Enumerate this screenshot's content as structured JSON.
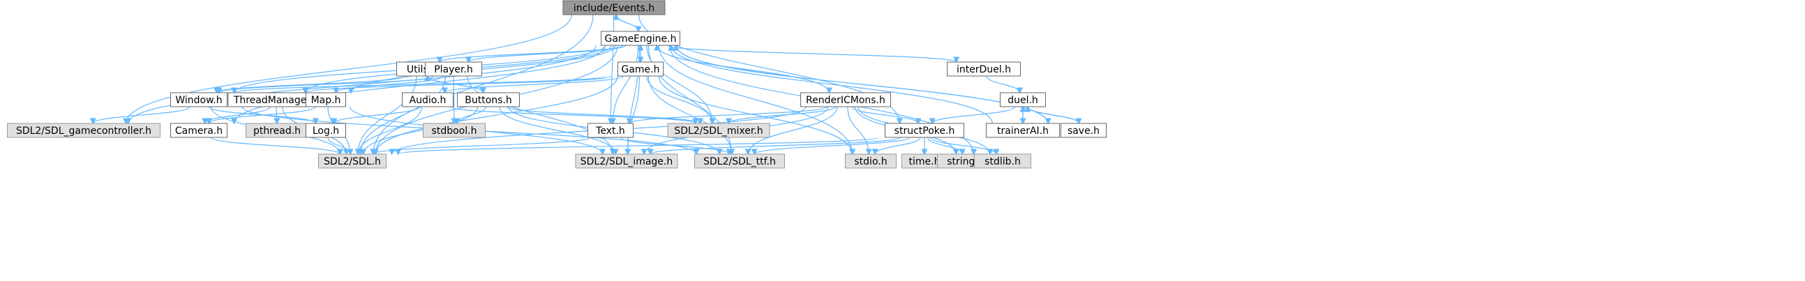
{
  "graph": {
    "nodes": [
      {
        "id": "events",
        "label": "include/Events.h",
        "kind": "root"
      },
      {
        "id": "gameengine",
        "label": "GameEngine.h",
        "kind": "header"
      },
      {
        "id": "utils",
        "label": "Utils.h",
        "kind": "header"
      },
      {
        "id": "player",
        "label": "Player.h",
        "kind": "header"
      },
      {
        "id": "game",
        "label": "Game.h",
        "kind": "header"
      },
      {
        "id": "interduel",
        "label": "interDuel.h",
        "kind": "header"
      },
      {
        "id": "window",
        "label": "Window.h",
        "kind": "header"
      },
      {
        "id": "threadmanager",
        "label": "ThreadManager.h",
        "kind": "header"
      },
      {
        "id": "map",
        "label": "Map.h",
        "kind": "header"
      },
      {
        "id": "audio",
        "label": "Audio.h",
        "kind": "header"
      },
      {
        "id": "buttons",
        "label": "Buttons.h",
        "kind": "header"
      },
      {
        "id": "rendericmons",
        "label": "RenderICMons.h",
        "kind": "header"
      },
      {
        "id": "duel",
        "label": "duel.h",
        "kind": "header"
      },
      {
        "id": "gamecontroller",
        "label": "SDL2/SDL_gamecontroller.h",
        "kind": "system"
      },
      {
        "id": "camera",
        "label": "Camera.h",
        "kind": "header"
      },
      {
        "id": "pthread",
        "label": "pthread.h",
        "kind": "system"
      },
      {
        "id": "stdbool",
        "label": "stdbool.h",
        "kind": "system"
      },
      {
        "id": "log",
        "label": "Log.h",
        "kind": "header"
      },
      {
        "id": "mixer",
        "label": "SDL2/SDL_mixer.h",
        "kind": "system"
      },
      {
        "id": "text",
        "label": "Text.h",
        "kind": "header"
      },
      {
        "id": "structpoke",
        "label": "structPoke.h",
        "kind": "header"
      },
      {
        "id": "trainerai",
        "label": "trainerAI.h",
        "kind": "header"
      },
      {
        "id": "save",
        "label": "save.h",
        "kind": "header"
      },
      {
        "id": "sdl",
        "label": "SDL2/SDL.h",
        "kind": "system"
      },
      {
        "id": "image",
        "label": "SDL2/SDL_image.h",
        "kind": "system"
      },
      {
        "id": "ttf",
        "label": "SDL2/SDL_ttf.h",
        "kind": "system"
      },
      {
        "id": "stdio",
        "label": "stdio.h",
        "kind": "system"
      },
      {
        "id": "time",
        "label": "time.h",
        "kind": "system"
      },
      {
        "id": "string",
        "label": "string.h",
        "kind": "system"
      },
      {
        "id": "stdlib",
        "label": "stdlib.h",
        "kind": "system"
      }
    ],
    "edges": [
      [
        "events",
        "gameengine"
      ],
      [
        "gameengine",
        "events"
      ],
      [
        "events",
        "text"
      ],
      [
        "events",
        "sdl"
      ],
      [
        "events",
        "gamecontroller"
      ],
      [
        "events",
        "structpoke"
      ],
      [
        "gameengine",
        "utils"
      ],
      [
        "gameengine",
        "player"
      ],
      [
        "gameengine",
        "game"
      ],
      [
        "game",
        "gameengine"
      ],
      [
        "gameengine",
        "interduel"
      ],
      [
        "gameengine",
        "window"
      ],
      [
        "gameengine",
        "threadmanager"
      ],
      [
        "gameengine",
        "map"
      ],
      [
        "gameengine",
        "rendericmons"
      ],
      [
        "rendericmons",
        "gameengine"
      ],
      [
        "gameengine",
        "gamecontroller"
      ],
      [
        "gameengine",
        "camera"
      ],
      [
        "gameengine",
        "sdl"
      ],
      [
        "gameengine",
        "mixer"
      ],
      [
        "gameengine",
        "image"
      ],
      [
        "gameengine",
        "ttf"
      ],
      [
        "gameengine",
        "stdio"
      ],
      [
        "gameengine",
        "stdlib"
      ],
      [
        "gameengine",
        "text"
      ],
      [
        "save",
        "gameengine"
      ],
      [
        "gameengine",
        "save"
      ],
      [
        "trainerai",
        "gameengine"
      ],
      [
        "utils",
        "buttons"
      ],
      [
        "buttons",
        "utils"
      ],
      [
        "utils",
        "window"
      ],
      [
        "utils",
        "sdl"
      ],
      [
        "player",
        "window"
      ],
      [
        "player",
        "map"
      ],
      [
        "player",
        "stdbool"
      ],
      [
        "player",
        "sdl"
      ],
      [
        "player",
        "image"
      ],
      [
        "game",
        "window"
      ],
      [
        "game",
        "threadmanager"
      ],
      [
        "game",
        "audio"
      ],
      [
        "game",
        "mixer"
      ],
      [
        "game",
        "sdl"
      ],
      [
        "game",
        "image"
      ],
      [
        "game",
        "ttf"
      ],
      [
        "game",
        "stdio"
      ],
      [
        "interduel",
        "duel"
      ],
      [
        "window",
        "gamecontroller"
      ],
      [
        "window",
        "log"
      ],
      [
        "window",
        "sdl"
      ],
      [
        "window",
        "ttf"
      ],
      [
        "threadmanager",
        "pthread"
      ],
      [
        "threadmanager",
        "sdl"
      ],
      [
        "threadmanager",
        "camera"
      ],
      [
        "map",
        "camera"
      ],
      [
        "map",
        "sdl"
      ],
      [
        "map",
        "image"
      ],
      [
        "audio",
        "log"
      ],
      [
        "audio",
        "sdl"
      ],
      [
        "audio",
        "mixer"
      ],
      [
        "buttons",
        "stdbool"
      ],
      [
        "buttons",
        "sdl"
      ],
      [
        "buttons",
        "image"
      ],
      [
        "buttons",
        "ttf"
      ],
      [
        "buttons",
        "mixer"
      ],
      [
        "rendericmons",
        "text"
      ],
      [
        "rendericmons",
        "structpoke"
      ],
      [
        "rendericmons",
        "sdl"
      ],
      [
        "rendericmons",
        "image"
      ],
      [
        "rendericmons",
        "ttf"
      ],
      [
        "rendericmons",
        "stdio"
      ],
      [
        "rendericmons",
        "string"
      ],
      [
        "rendericmons",
        "stdlib"
      ],
      [
        "rendericmons",
        "mixer"
      ],
      [
        "duel",
        "structpoke"
      ],
      [
        "duel",
        "trainerai"
      ],
      [
        "duel",
        "save"
      ],
      [
        "save",
        "duel"
      ],
      [
        "camera",
        "sdl"
      ],
      [
        "log",
        "sdl"
      ],
      [
        "text",
        "sdl"
      ],
      [
        "text",
        "ttf"
      ],
      [
        "structpoke",
        "sdl"
      ],
      [
        "structpoke",
        "image"
      ],
      [
        "structpoke",
        "ttf"
      ],
      [
        "structpoke",
        "stdio"
      ],
      [
        "structpoke",
        "time"
      ],
      [
        "structpoke",
        "string"
      ],
      [
        "structpoke",
        "stdlib"
      ],
      [
        "trainerai",
        "duel"
      ]
    ]
  },
  "colors": {
    "root_fill": "#999999",
    "header_fill": "#ffffff",
    "system_fill": "#e0e0e0",
    "header_stroke": "#666666",
    "system_stroke": "#999999",
    "edge": "#63b8ff"
  }
}
